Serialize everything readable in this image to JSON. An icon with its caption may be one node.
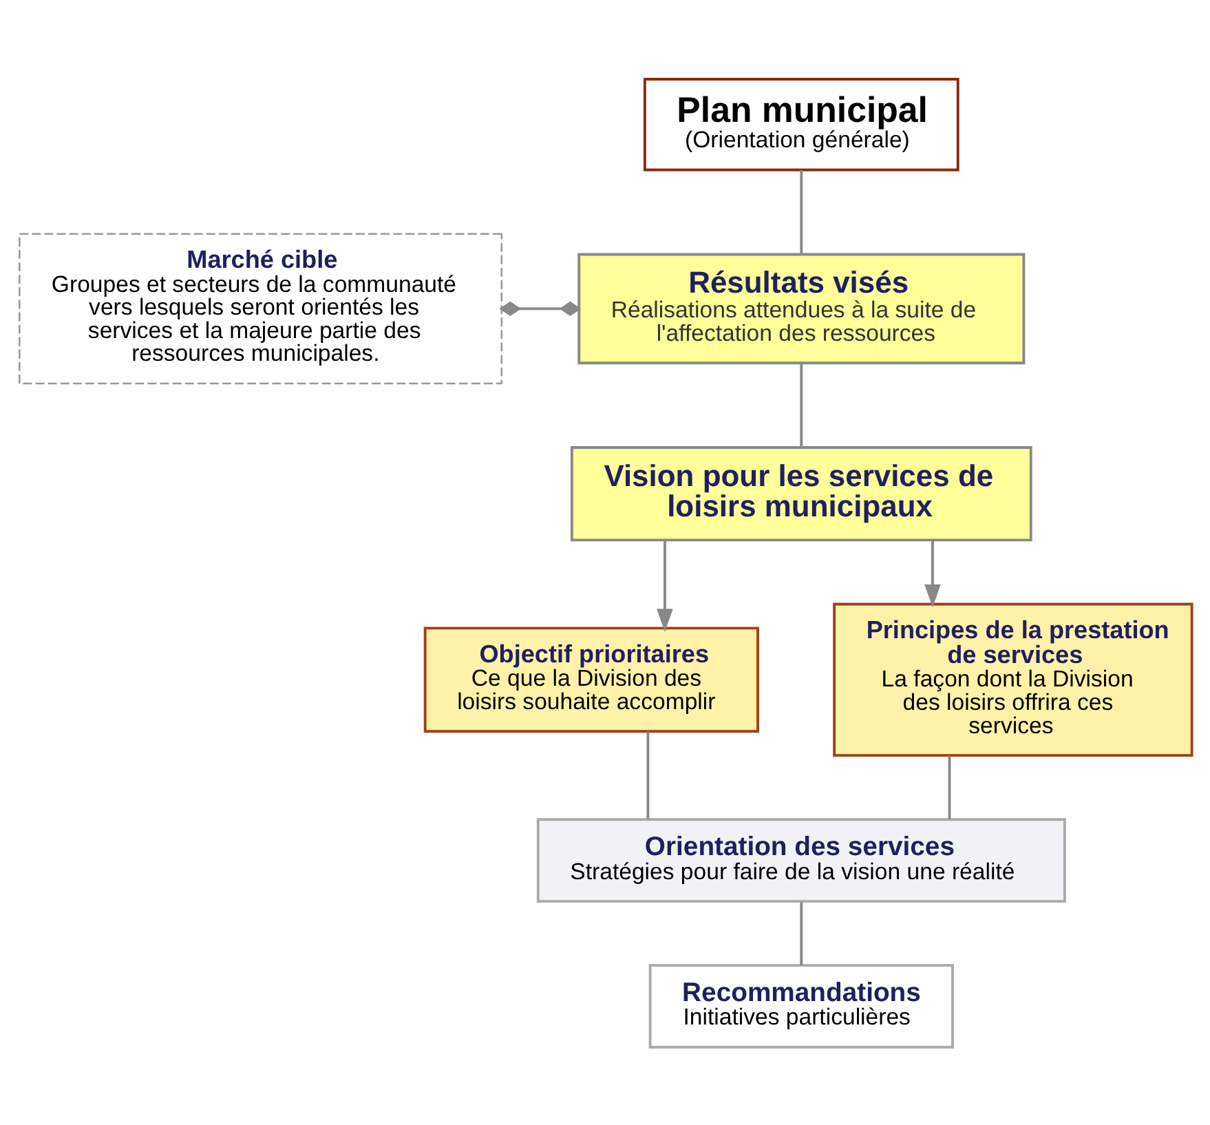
{
  "diagram": {
    "nodes": [
      {
        "text": [
          "Plan municipal",
          "(Orientation générale)"
        ]
      },
      {
        "text": [
          "Marché cible",
          "Groupes et secteurs de la communauté vers lesquels seront orientés les services et la majeure partie des ressources municipales."
        ]
      },
      {
        "text": [
          "Résultats visés",
          "Réalisations attendues à la suite de l'affectation des ressources"
        ]
      },
      {
        "text": [
          "Vision pour les services de loisirs municipaux"
        ]
      },
      {
        "text": [
          "Objectif prioritaires",
          "Ce que la Division des loisirs souhaite accomplir"
        ]
      },
      {
        "text": [
          "Principes de la prestation de services",
          "La façon dont la Division des loisirs offrira ces services"
        ]
      },
      {
        "text": [
          "Orientation des services",
          "Stratégies pour faire de la vision une réalité"
        ]
      },
      {
        "text": [
          "Recommandations",
          "Initiatives particulières"
        ]
      }
    ],
    "edges": [
      {
        "from": 0,
        "to": 2,
        "arrow": "none"
      },
      {
        "from": 1,
        "to": 2,
        "arrow": "other"
      },
      {
        "from": 2,
        "to": 3,
        "arrow": "none"
      },
      {
        "from": 3,
        "to": 4,
        "arrow": "to"
      },
      {
        "from": 3,
        "to": 5,
        "arrow": "to"
      },
      {
        "from": 4,
        "to": 6,
        "arrow": "none"
      },
      {
        "from": 5,
        "to": 6,
        "arrow": "none"
      },
      {
        "from": 6,
        "to": 7,
        "arrow": "none"
      }
    ]
  }
}
